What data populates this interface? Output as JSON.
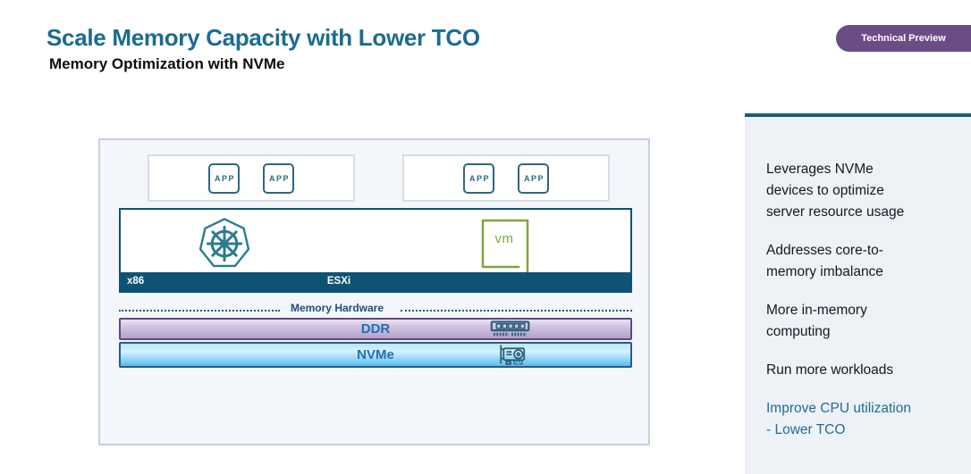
{
  "slide": {
    "title": "Scale Memory Capacity with Lower TCO",
    "subtitle": "Memory Optimization with NVMe",
    "badge_label": "Technical Preview"
  },
  "diagram": {
    "app_groups": [
      {
        "apps": [
          {
            "label": "APP"
          },
          {
            "label": "APP"
          }
        ]
      },
      {
        "apps": [
          {
            "label": "APP"
          },
          {
            "label": "APP"
          }
        ]
      }
    ],
    "platform": {
      "cpu_label": "x86",
      "hypervisor_label": "ESXi",
      "kubernetes_icon": "kubernetes-helm-icon",
      "vm_box_label": "vm"
    },
    "memory": {
      "section_label": "Memory Hardware",
      "layers": [
        {
          "label": "DDR",
          "icon": "ram-module-icon"
        },
        {
          "label": "NVMe",
          "icon": "nvme-pcie-card-icon"
        }
      ]
    }
  },
  "sidebar": {
    "items": [
      {
        "text": "Leverages NVMe devices to optimize server resource usage",
        "highlighted": false
      },
      {
        "text": "Addresses core-to-memory imbalance",
        "highlighted": false
      },
      {
        "text": "More in-memory computing",
        "highlighted": false
      },
      {
        "text": "Run more workloads",
        "highlighted": false
      },
      {
        "text": "Improve CPU utilization - Lower TCO",
        "highlighted": true
      }
    ]
  },
  "colors": {
    "title_teal": "#1a6c91",
    "badge_purple": "#6b4d85",
    "dark_teal_bar": "#0e5373",
    "sidebar_rule_teal": "#15607c",
    "ddr_purple": "#b2a0c9",
    "nvme_blue": "#55bdf0",
    "bar_label_blue": "#1e6fba",
    "vm_green": "#7fa63c",
    "kubernetes_teal": "#2a7d8c",
    "highlight_text_teal": "#1f6d93"
  }
}
